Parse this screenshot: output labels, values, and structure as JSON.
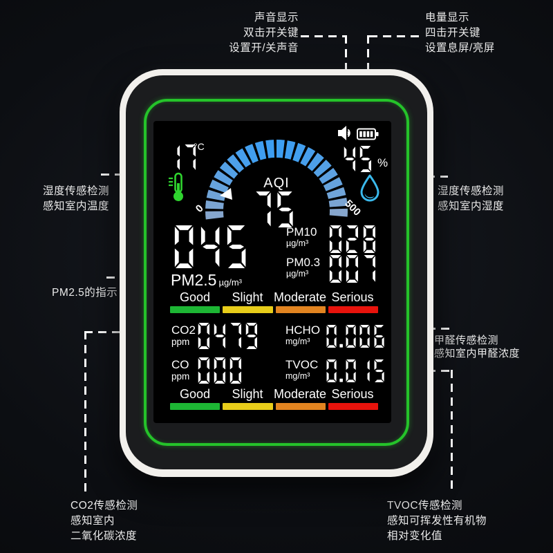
{
  "annotations": {
    "sound": [
      "声音显示",
      "双击开关键",
      "设置开/关声音"
    ],
    "battery": [
      "电量显示",
      "四击开关键",
      "设置息屏/亮屏"
    ],
    "temperature": [
      "湿度传感检测",
      "感知室内温度"
    ],
    "humidity": [
      "湿度传感检测",
      "感知室内湿度"
    ],
    "pm25": [
      "PM2.5的指示"
    ],
    "hcho": [
      "甲醛传感检测",
      "感知室内甲醛浓度"
    ],
    "co2": [
      "CO2传感检测",
      "感知室内",
      "二氧化碳浓度"
    ],
    "tvoc": [
      "TVOC传感检测",
      "感知可挥发性有机物",
      "相对变化值"
    ]
  },
  "screen": {
    "status_icons": {
      "speaker": "speaker-icon",
      "battery": "battery-icon"
    },
    "temperature": {
      "value": "17",
      "unit": "°C",
      "icon": "thermometer-icon"
    },
    "humidity": {
      "value": "45",
      "unit": "%",
      "icon": "water-drop-icon"
    },
    "aqi": {
      "label": "AQI",
      "value": "75",
      "scale_min": "0",
      "scale_max": "500",
      "segment_count": 22,
      "segment_edge_color": "#86a6cd",
      "segment_mid_color": "#3d9ef2"
    },
    "pm25": {
      "label": "PM2.5",
      "unit": "µg/m³",
      "value": "045"
    },
    "pm10": {
      "label": "PM10",
      "unit": "µg/m³",
      "value": "028"
    },
    "pm03": {
      "label": "PM0.3",
      "unit": "µg/m³",
      "value": "007"
    },
    "co2": {
      "label": "CO2",
      "unit": "ppm",
      "value": "0479"
    },
    "hcho": {
      "label": "HCHO",
      "unit": "mg/m³",
      "value": "0.006"
    },
    "co": {
      "label": "CO",
      "unit": "ppm",
      "value": "000"
    },
    "tvoc": {
      "label": "TVOC",
      "unit": "mg/m³",
      "value": "0.015"
    },
    "scale": {
      "labels": [
        "Good",
        "Slight",
        "Moderate",
        "Serious"
      ],
      "colors": [
        "#1db634",
        "#e8cd1a",
        "#e28420",
        "#e8130c"
      ]
    }
  },
  "colors": {
    "background": "#0c0e12",
    "device_body": "#f2f0ec",
    "bezel": "#1b1c1e",
    "green_frame": "#25c32a",
    "screen_bg": "#000000",
    "digit": "#ffffff",
    "thermometer": "#2fd42f",
    "droplet": "#3ab9ec",
    "annotation_text": "#eaeaea",
    "connector": "#ffffff"
  }
}
